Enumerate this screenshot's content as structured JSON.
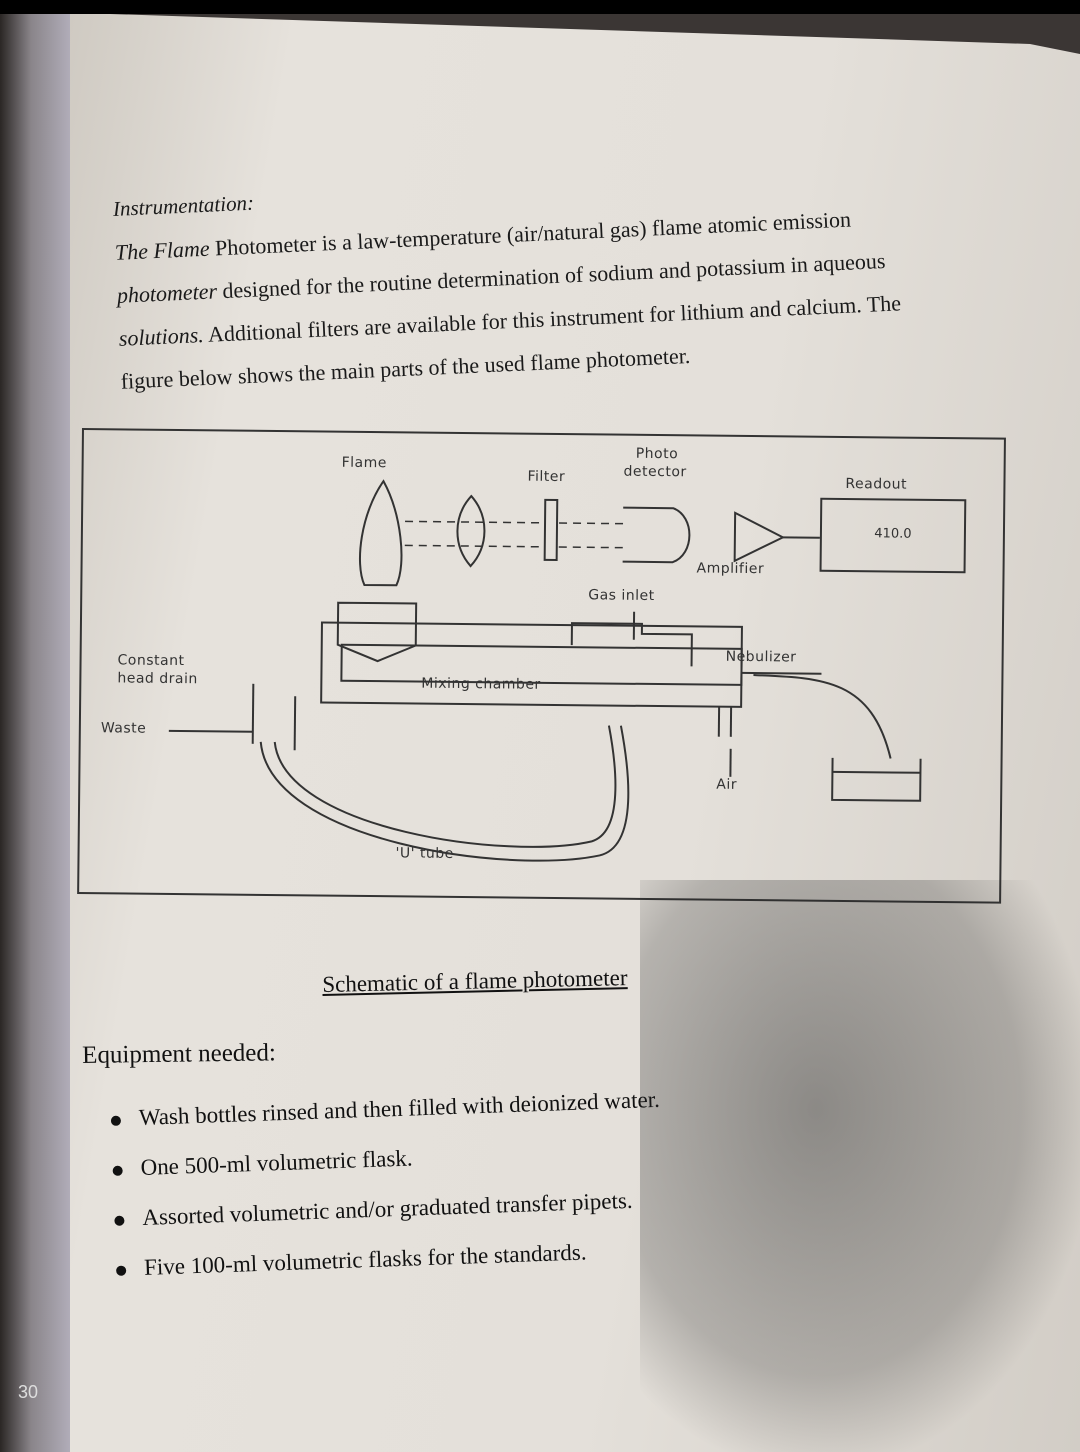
{
  "intro": {
    "heading": "Instrumentation:",
    "line1_lead": "The Flame",
    "line1_rest": "Photometer is a law-temperature (air/natural gas) flame atomic emission",
    "line2_lead": "photometer",
    "line2_rest": "designed for the routine determination of sodium and potassium in aqueous",
    "line3_lead": "solutions.",
    "line3_rest": "Additional filters are available for this instrument for lithium and calcium. The",
    "line4": "figure below shows the main parts of the used flame photometer."
  },
  "diagram": {
    "labels": {
      "flame": "Flame",
      "filter": "Filter",
      "photo_detector_1": "Photo",
      "photo_detector_2": "detector",
      "readout": "Readout",
      "amplifier": "Amplifier",
      "gas_inlet": "Gas inlet",
      "constant_head_drain_1": "Constant",
      "constant_head_drain_2": "head drain",
      "nebulizer": "Nebulizer",
      "mixing_chamber": "Mixing chamber",
      "waste": "Waste",
      "air": "Air",
      "u_tube": "'U' tube"
    },
    "readout_value": "410.0"
  },
  "caption": "Schematic of a flame photometer",
  "equipment": {
    "heading": "Equipment needed:",
    "items": [
      "Wash bottles rinsed and then filled with deionized water.",
      "One 500-ml volumetric flask.",
      "Assorted volumetric and/or graduated transfer pipets.",
      "Five 100-ml volumetric flasks for the standards."
    ]
  },
  "page_number": "30"
}
